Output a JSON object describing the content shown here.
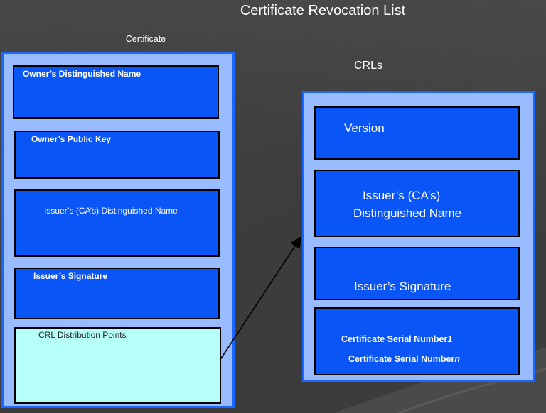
{
  "title": "Certificate Revocation List",
  "certificate": {
    "title": "Certificate",
    "fields": [
      "Owner’s Distinguished Name",
      "Owner’s Public Key",
      "Issuer’s (CA’s) Distinguished Name",
      "Issuer’s Signature",
      "CRL Distribution Points"
    ]
  },
  "crls": {
    "title": "CRLs",
    "version": "Version",
    "issuer_line1": "Issuer’s (CA’s)",
    "issuer_line2": "Distinguished Name",
    "signature": "Issuer’s Signature",
    "serial_1_prefix": "Certificate Serial Number",
    "serial_1_suffix": "1",
    "serial_n_prefix": "Certificate Serial Number",
    "serial_n_suffix": "n"
  },
  "colors": {
    "background": "#3c3c3c",
    "panel_fill": "#99bbff",
    "panel_border": "#1a66ff",
    "field_fill": "#0a55f5",
    "highlight_fill": "#b6fff8"
  }
}
